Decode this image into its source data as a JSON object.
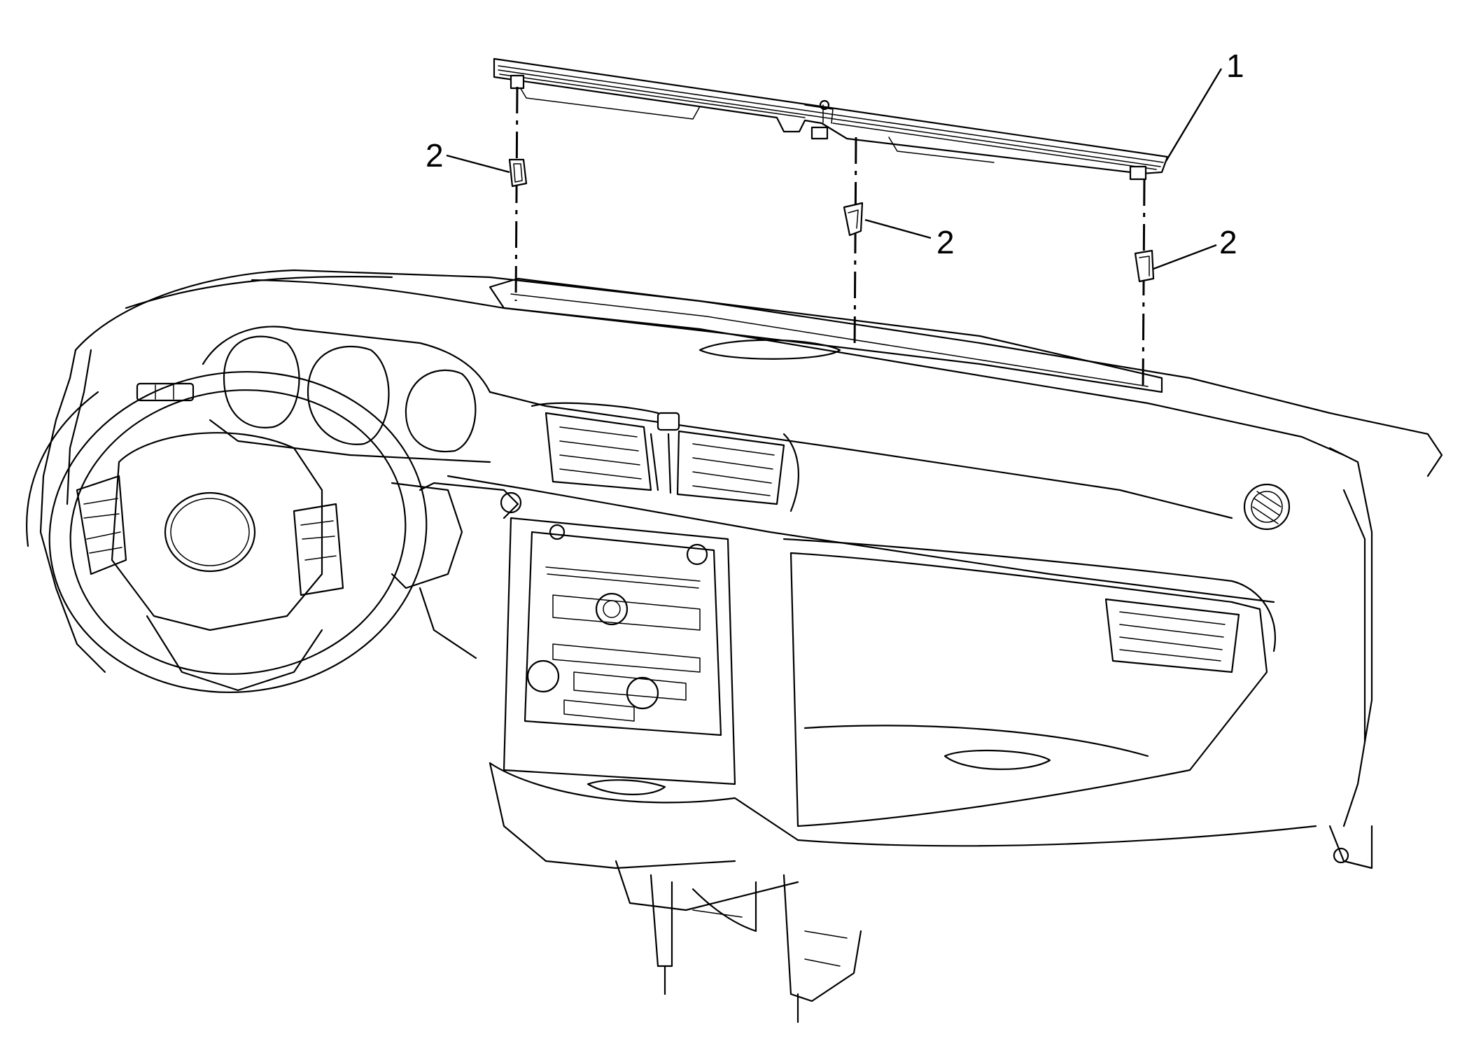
{
  "callouts": [
    {
      "id": "grille",
      "label": "1"
    },
    {
      "id": "clip-left",
      "label": "2"
    },
    {
      "id": "clip-center",
      "label": "2"
    },
    {
      "id": "clip-right",
      "label": "2"
    }
  ]
}
